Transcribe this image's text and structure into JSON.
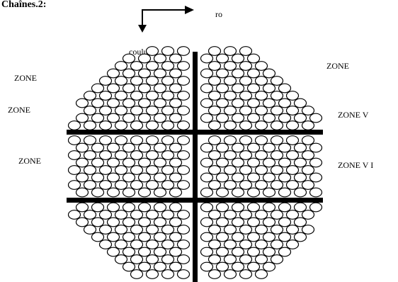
{
  "header_text": "Chaînes.2:",
  "arrows": {
    "row_label": "ro",
    "column_label": "coulum"
  },
  "zones": {
    "upper_left_1": "ZONE",
    "upper_left_2": "ZONE",
    "middle_left": "ZONE",
    "upper_right": "ZONE",
    "right_v": "ZONE  V",
    "right_vi": "ZONE  V I"
  },
  "colors": {
    "ink": "#000000",
    "background": "#ffffff"
  }
}
